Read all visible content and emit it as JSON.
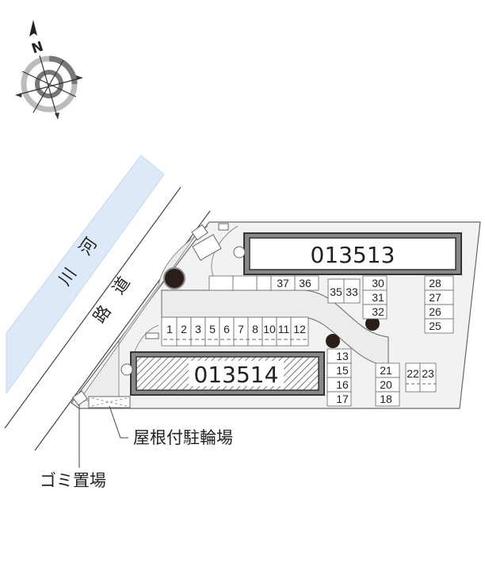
{
  "compass": {
    "label": "N",
    "icon": "compass-rose-icon"
  },
  "labels": {
    "river": [
      "河",
      "川"
    ],
    "road": [
      "道",
      "路"
    ],
    "bike_parking": "屋根付駐輪場",
    "garbage": "ゴミ置場"
  },
  "buildings": [
    {
      "id": "013513",
      "style": "plain"
    },
    {
      "id": "013514",
      "style": "hatched"
    }
  ],
  "parking_spaces": {
    "row_top": [
      "37",
      "36"
    ],
    "pair_35_33": [
      "35",
      "33"
    ],
    "col_30": [
      "30",
      "31",
      "32"
    ],
    "col_right": [
      "28",
      "27",
      "26",
      "25"
    ],
    "row_bottom": [
      "1",
      "2",
      "3",
      "5",
      "6",
      "7",
      "8",
      "10",
      "11",
      "12"
    ],
    "col_13": [
      "13",
      "15",
      "16",
      "17"
    ],
    "col_21": [
      "21",
      "20",
      "18"
    ],
    "pair_22_23": [
      "22",
      "23"
    ]
  },
  "colors": {
    "river": "#dce9f8",
    "lot": "#f2f2f2",
    "line": "#555555",
    "building_border": "#333333",
    "building_frame": "#888888",
    "tree": "#2a1d1a"
  }
}
